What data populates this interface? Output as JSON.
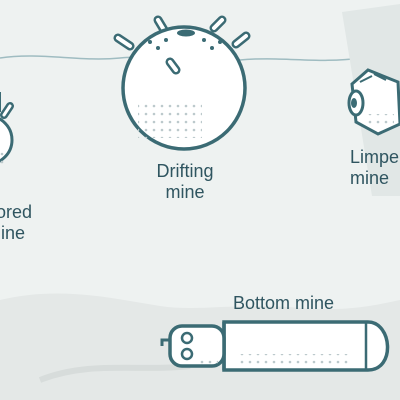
{
  "colors": {
    "water": "#eef2f1",
    "seabed": "#e4e8e7",
    "outline": "#3b6b74",
    "fill": "#ffffff",
    "dots": "#bcc9cc",
    "text": "#2f5560"
  },
  "labels": {
    "moored": [
      "oored",
      "mine"
    ],
    "drifting": [
      "Drifting",
      "mine"
    ],
    "limpet": [
      "Limpe",
      "mine"
    ],
    "bottom": "Bottom mine"
  }
}
